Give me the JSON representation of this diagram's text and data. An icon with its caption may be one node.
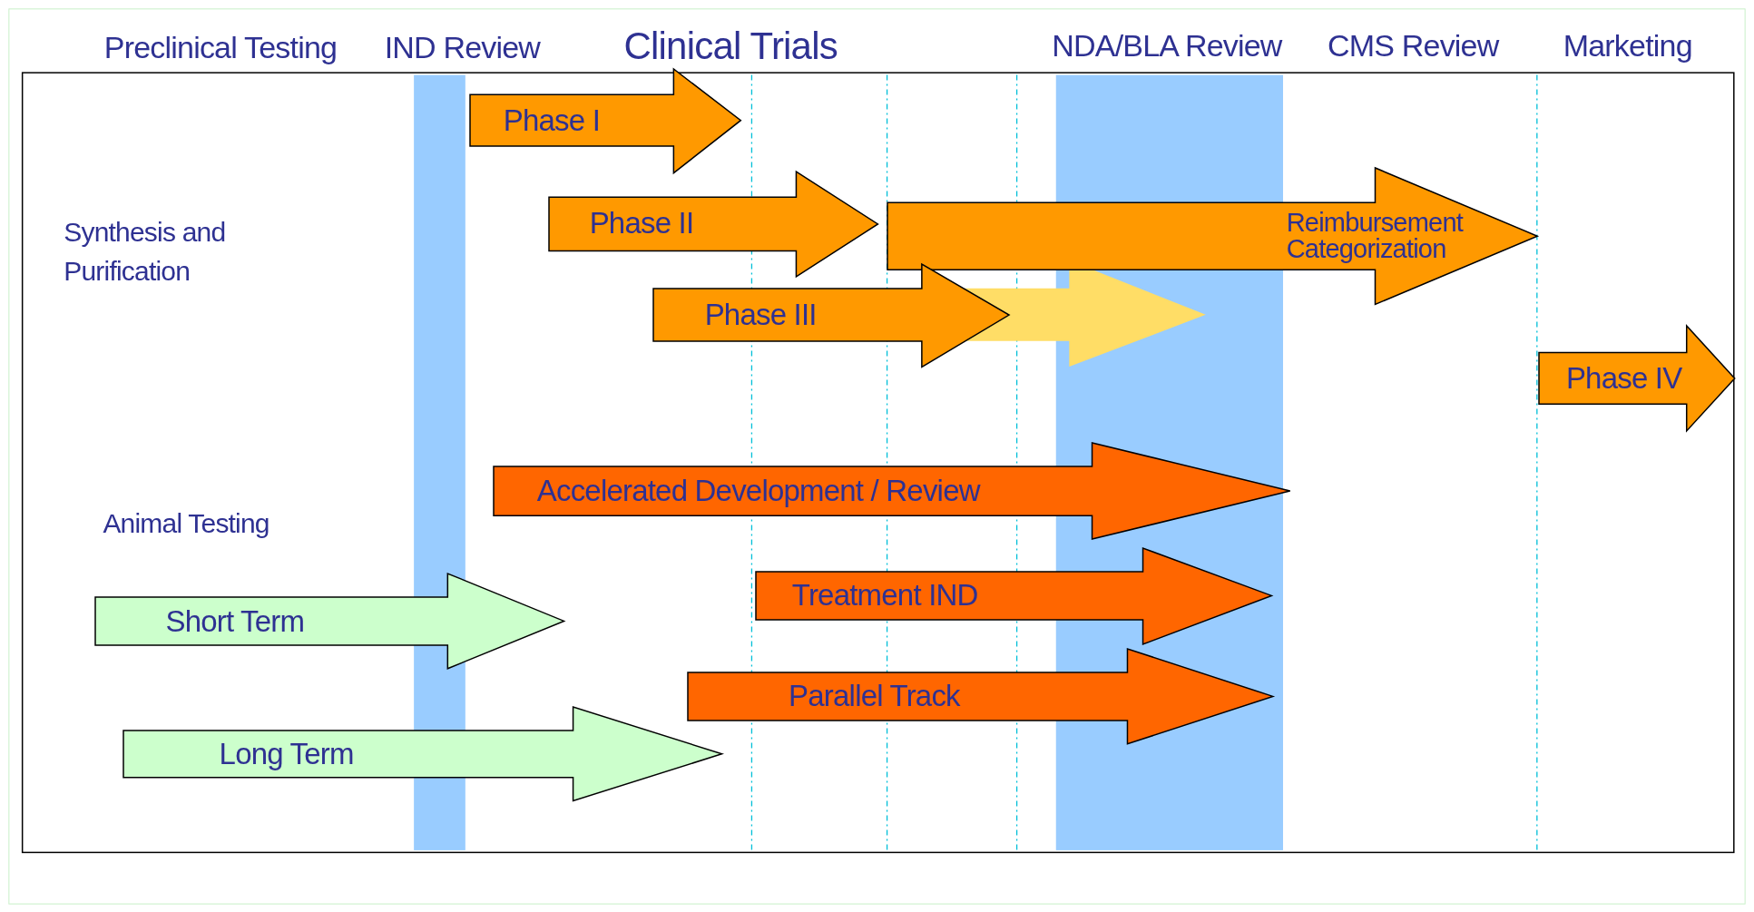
{
  "diagram": {
    "nodes": [
      {
        "text": [
          "Phase I"
        ]
      },
      {
        "text": [
          "Phase II"
        ]
      },
      {
        "text": [
          "Reimbursement Categorization"
        ]
      },
      {
        "text": [],
        "shape": "arrow"
      },
      {
        "text": [
          "Phase III"
        ]
      },
      {
        "text": [
          "Phase IV"
        ]
      },
      {
        "text": [
          "Accelerated Development / Review"
        ]
      },
      {
        "text": [
          "Treatment IND"
        ]
      },
      {
        "text": [
          "Parallel Track"
        ]
      },
      {
        "text": [
          "Short Term"
        ]
      },
      {
        "text": [
          "Long Term"
        ]
      }
    ],
    "edges": [],
    "labels": [
      "Preclinical Testing",
      "IND Review",
      "Clinical Trials",
      "NDA/BLA Review",
      "CMS Review",
      "Marketing",
      "Synthesis and Purification",
      "Animal Testing"
    ]
  }
}
